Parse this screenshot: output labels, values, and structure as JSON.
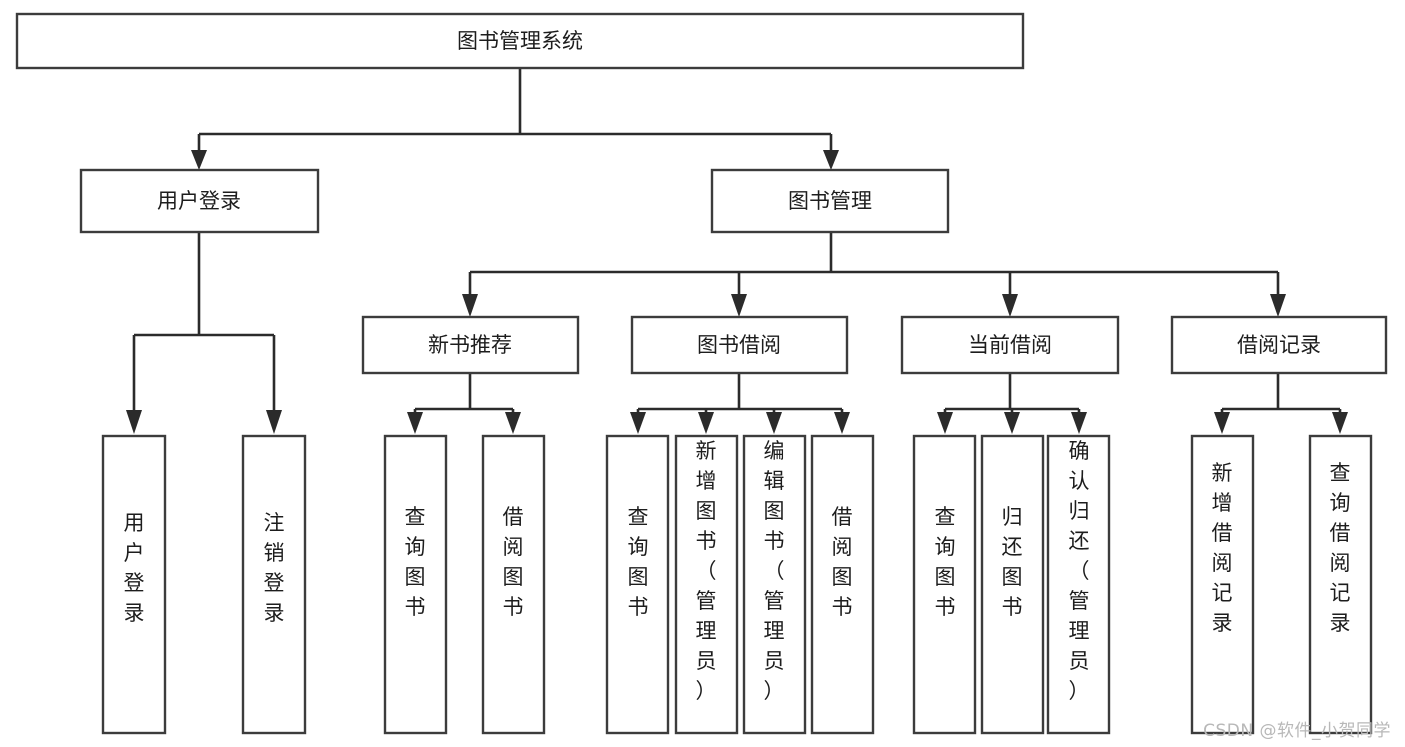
{
  "diagram": {
    "type": "tree",
    "title": "图书管理系统",
    "watermark": "CSDN @软件_小贺同学",
    "colors": {
      "box_fill": "#ffffff",
      "box_stroke": "#3c3c3c",
      "connector": "#2b2b2b",
      "text": "#1d1d1d",
      "watermark": "#b8b8b8",
      "background": "#ffffff"
    },
    "nodes": {
      "root": {
        "label": "图书管理系统",
        "orientation": "horizontal"
      },
      "level2": [
        {
          "label": "用户登录",
          "orientation": "horizontal"
        },
        {
          "label": "图书管理",
          "orientation": "horizontal"
        }
      ],
      "level3": [
        {
          "label": "新书推荐",
          "orientation": "horizontal"
        },
        {
          "label": "图书借阅",
          "orientation": "horizontal"
        },
        {
          "label": "当前借阅",
          "orientation": "horizontal"
        },
        {
          "label": "借阅记录",
          "orientation": "horizontal"
        }
      ],
      "leaves_user_login": [
        {
          "label": "用户登录",
          "orientation": "vertical"
        },
        {
          "label": "注销登录",
          "orientation": "vertical"
        }
      ],
      "leaves_new_book": [
        {
          "label": "查询图书",
          "orientation": "vertical"
        },
        {
          "label": "借阅图书",
          "orientation": "vertical"
        }
      ],
      "leaves_book_borrow": [
        {
          "label": "查询图书",
          "orientation": "vertical"
        },
        {
          "label": "新增图书（管理员）",
          "orientation": "vertical"
        },
        {
          "label": "编辑图书（管理员）",
          "orientation": "vertical"
        },
        {
          "label": "借阅图书",
          "orientation": "vertical"
        }
      ],
      "leaves_current_borrow": [
        {
          "label": "查询图书",
          "orientation": "vertical"
        },
        {
          "label": "归还图书",
          "orientation": "vertical"
        },
        {
          "label": "确认归还（管理员）",
          "orientation": "vertical"
        }
      ],
      "leaves_borrow_record": [
        {
          "label": "新增借阅记录",
          "orientation": "vertical"
        },
        {
          "label": "查询借阅记录",
          "orientation": "vertical"
        }
      ]
    }
  }
}
